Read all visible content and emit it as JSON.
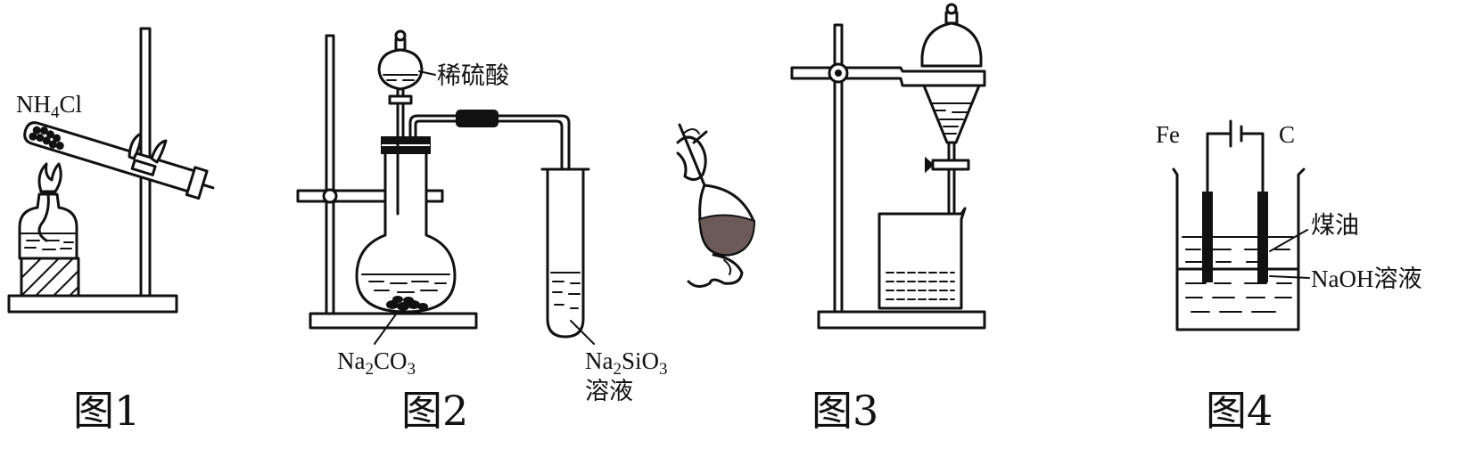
{
  "figures": [
    {
      "caption": "图1",
      "labels": {
        "reagent": {
          "main": "NH",
          "sub": "4",
          "tail": "Cl"
        }
      }
    },
    {
      "caption": "图2",
      "labels": {
        "funnel_reagent": "稀硫酸",
        "flask_solid": {
          "a": "Na",
          "a_sub": "2",
          "b": "CO",
          "b_sub": "3"
        },
        "test_tube": {
          "a": "Na",
          "a_sub": "2",
          "b": "SiO",
          "b_sub": "3",
          "line2": "溶液"
        }
      }
    },
    {
      "caption": "图3",
      "labels": {}
    },
    {
      "caption": "图4",
      "labels": {
        "anode": "Fe",
        "cathode": "C",
        "upper_layer": "煤油",
        "lower_layer": "NaOH溶液"
      }
    }
  ]
}
